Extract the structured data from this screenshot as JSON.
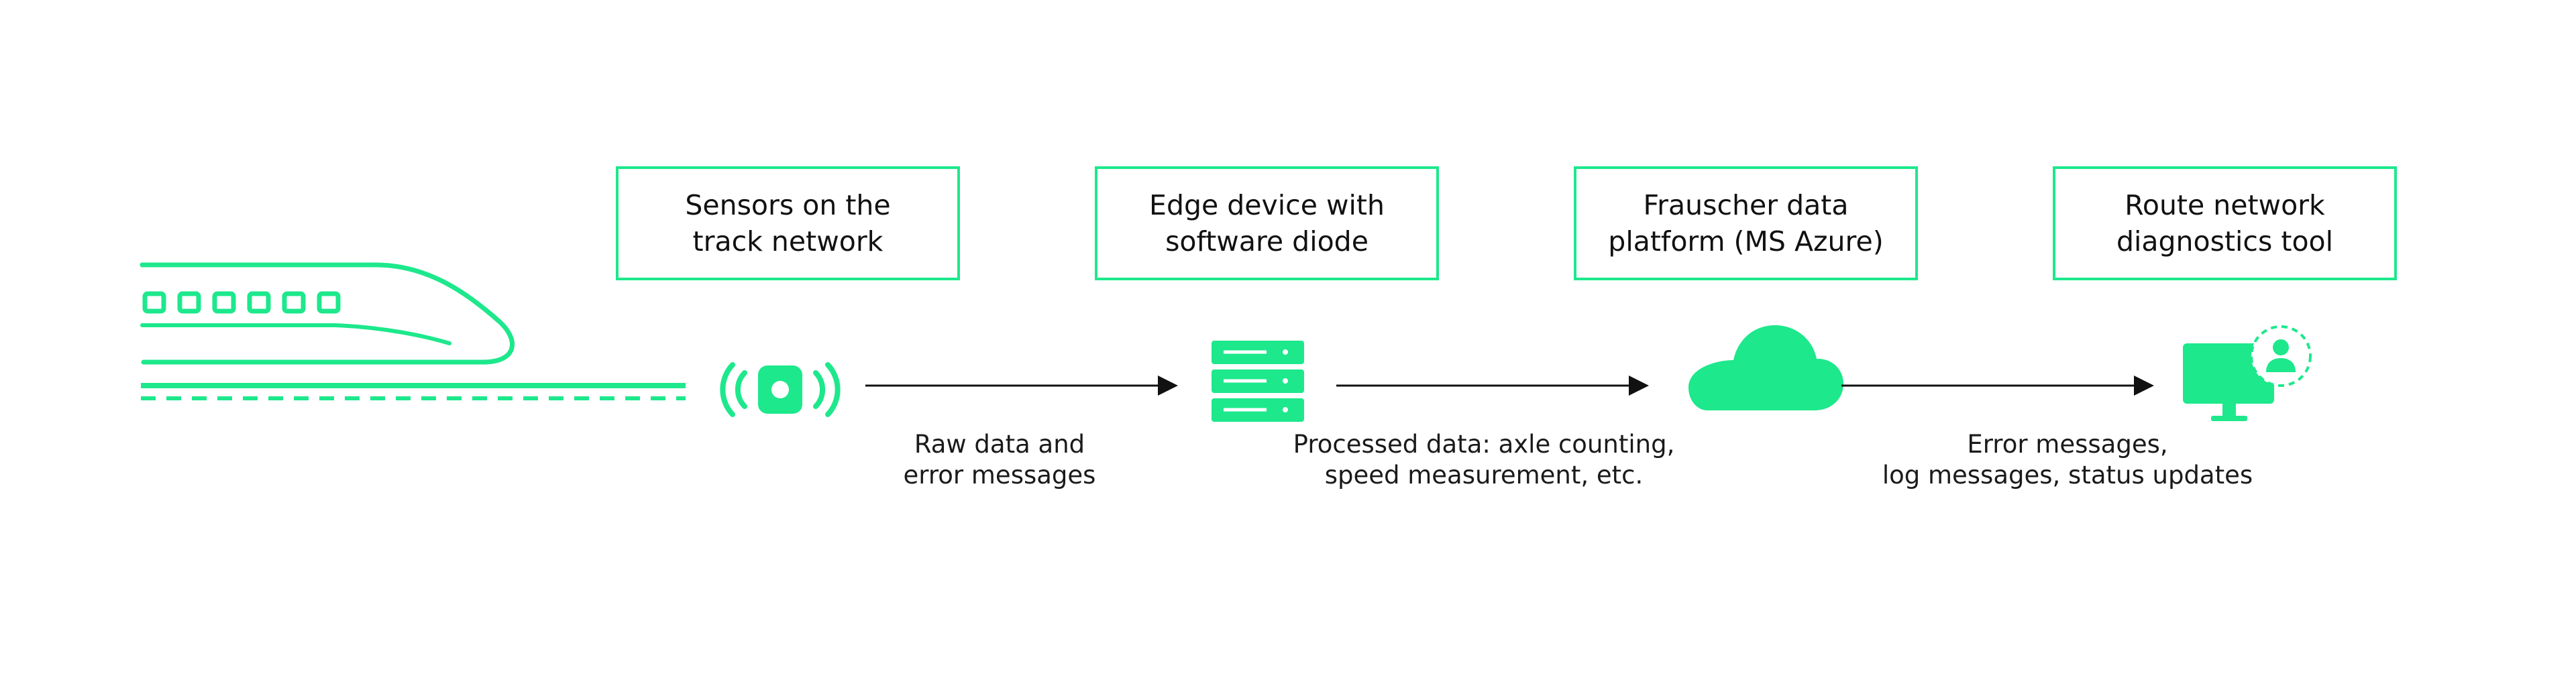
{
  "colors": {
    "accent": "#1de88c",
    "arrow": "#111111",
    "text": "#111111"
  },
  "stages": [
    {
      "line1": "Sensors on the",
      "line2": "track network",
      "icon": "sensor-icon"
    },
    {
      "line1": "Edge device with",
      "line2": "software diode",
      "icon": "server-icon"
    },
    {
      "line1": "Frauscher data",
      "line2": "platform (MS Azure)",
      "icon": "cloud-icon"
    },
    {
      "line1": "Route network",
      "line2": "diagnostics tool",
      "icon": "monitor-user-icon"
    }
  ],
  "flows": [
    {
      "line1": "Raw data and",
      "line2": "error messages"
    },
    {
      "line1": "Processed data: axle counting,",
      "line2": "speed measurement, etc."
    },
    {
      "line1": "Error messages,",
      "line2": "log messages, status updates"
    }
  ],
  "train_icon": "train-icon"
}
